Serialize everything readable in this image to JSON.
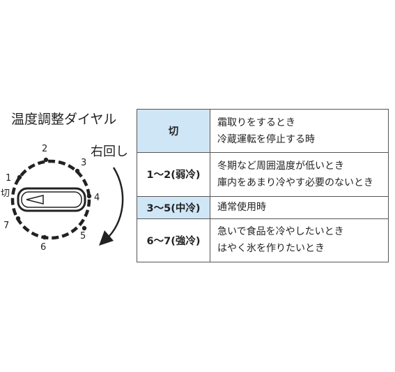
{
  "dial": {
    "title": "温度調整ダイヤル",
    "direction_label": "右回し",
    "off_label": "切",
    "markers": [
      "1",
      "2",
      "3",
      "4",
      "5",
      "6",
      "7"
    ]
  },
  "table": {
    "rows": [
      {
        "setting": "切",
        "highlight": true,
        "lines": [
          "霜取りをするとき",
          "冷蔵運転を停止する時"
        ]
      },
      {
        "setting": "1～2(弱冷)",
        "highlight": false,
        "lines": [
          "冬期など周囲温度が低いとき",
          "庫内をあまり冷やす必要のないとき"
        ]
      },
      {
        "setting": "3～5(中冷)",
        "highlight": true,
        "lines": [
          "通常使用時"
        ]
      },
      {
        "setting": "6～7(強冷)",
        "highlight": false,
        "lines": [
          "急いで食品を冷やしたいとき",
          "はやく氷を作りたいとき"
        ]
      }
    ]
  },
  "colors": {
    "highlight": "#cfe6f7",
    "border": "#555555",
    "text": "#222222"
  }
}
